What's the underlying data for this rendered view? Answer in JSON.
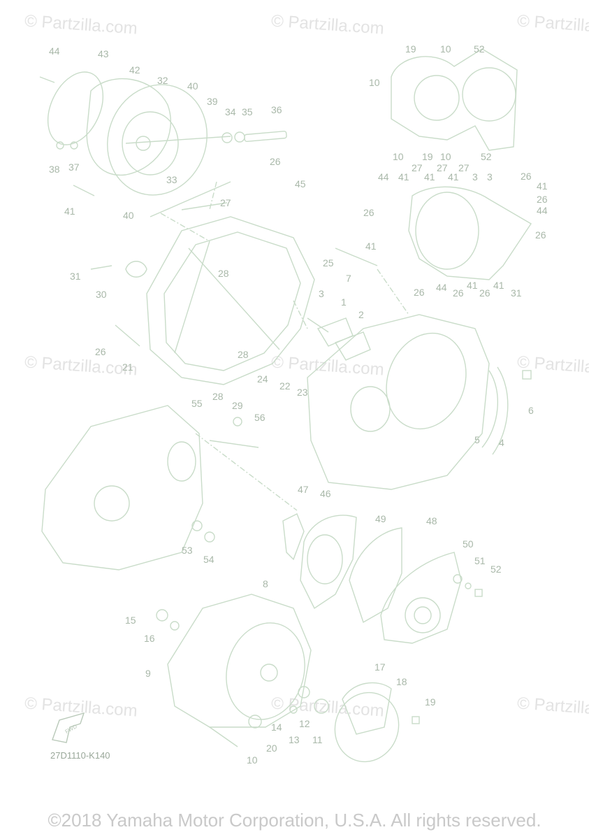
{
  "watermark_text": "© Partzilla.com",
  "copyright": "©2018 Yamaha Motor Corporation, U.S.A. All rights reserved.",
  "diagram_code": "27D1110-K140",
  "fwd_label": "FWD",
  "colors": {
    "line": "#c9dcc9",
    "label": "#a9b8a9",
    "watermark": "#e3e3e3"
  },
  "callouts": [
    {
      "id": "44a",
      "t": "44"
    },
    {
      "id": "43",
      "t": "43"
    },
    {
      "id": "42",
      "t": "42"
    },
    {
      "id": "32",
      "t": "32"
    },
    {
      "id": "40a",
      "t": "40"
    },
    {
      "id": "39",
      "t": "39"
    },
    {
      "id": "34",
      "t": "34"
    },
    {
      "id": "35",
      "t": "35"
    },
    {
      "id": "36",
      "t": "36"
    },
    {
      "id": "38",
      "t": "38"
    },
    {
      "id": "37",
      "t": "37"
    },
    {
      "id": "33",
      "t": "33"
    },
    {
      "id": "41a",
      "t": "41"
    },
    {
      "id": "40b",
      "t": "40"
    },
    {
      "id": "26a",
      "t": "26"
    },
    {
      "id": "45",
      "t": "45"
    },
    {
      "id": "27a",
      "t": "27"
    },
    {
      "id": "25",
      "t": "25"
    },
    {
      "id": "7",
      "t": "7"
    },
    {
      "id": "31a",
      "t": "31"
    },
    {
      "id": "30",
      "t": "30"
    },
    {
      "id": "28a",
      "t": "28"
    },
    {
      "id": "3a",
      "t": "3"
    },
    {
      "id": "1",
      "t": "1"
    },
    {
      "id": "2",
      "t": "2"
    },
    {
      "id": "26b",
      "t": "26"
    },
    {
      "id": "21",
      "t": "21"
    },
    {
      "id": "28b",
      "t": "28"
    },
    {
      "id": "24",
      "t": "24"
    },
    {
      "id": "22",
      "t": "22"
    },
    {
      "id": "23",
      "t": "23"
    },
    {
      "id": "28c",
      "t": "28"
    },
    {
      "id": "29",
      "t": "29"
    },
    {
      "id": "6",
      "t": "6"
    },
    {
      "id": "5",
      "t": "5"
    },
    {
      "id": "4",
      "t": "4"
    },
    {
      "id": "55",
      "t": "55"
    },
    {
      "id": "56",
      "t": "56"
    },
    {
      "id": "47",
      "t": "47"
    },
    {
      "id": "46",
      "t": "46"
    },
    {
      "id": "49",
      "t": "49"
    },
    {
      "id": "48",
      "t": "48"
    },
    {
      "id": "50",
      "t": "50"
    },
    {
      "id": "51",
      "t": "51"
    },
    {
      "id": "52a",
      "t": "52"
    },
    {
      "id": "53",
      "t": "53"
    },
    {
      "id": "54",
      "t": "54"
    },
    {
      "id": "8",
      "t": "8"
    },
    {
      "id": "15",
      "t": "15"
    },
    {
      "id": "16",
      "t": "16"
    },
    {
      "id": "9",
      "t": "9"
    },
    {
      "id": "17",
      "t": "17"
    },
    {
      "id": "18",
      "t": "18"
    },
    {
      "id": "19a",
      "t": "19"
    },
    {
      "id": "14",
      "t": "14"
    },
    {
      "id": "12",
      "t": "12"
    },
    {
      "id": "13",
      "t": "13"
    },
    {
      "id": "11",
      "t": "11"
    },
    {
      "id": "20",
      "t": "20"
    },
    {
      "id": "10a",
      "t": "10"
    },
    {
      "id": "19b",
      "t": "19"
    },
    {
      "id": "10b",
      "t": "10"
    },
    {
      "id": "52b",
      "t": "52"
    },
    {
      "id": "10c",
      "t": "10"
    },
    {
      "id": "10d",
      "t": "10"
    },
    {
      "id": "19c",
      "t": "19"
    },
    {
      "id": "10e",
      "t": "10"
    },
    {
      "id": "52c",
      "t": "52"
    },
    {
      "id": "44b",
      "t": "44"
    },
    {
      "id": "41b",
      "t": "41"
    },
    {
      "id": "27b",
      "t": "27"
    },
    {
      "id": "41c",
      "t": "41"
    },
    {
      "id": "27c",
      "t": "27"
    },
    {
      "id": "41d",
      "t": "41"
    },
    {
      "id": "27d",
      "t": "27"
    },
    {
      "id": "3b",
      "t": "3"
    },
    {
      "id": "3c",
      "t": "3"
    },
    {
      "id": "26c",
      "t": "26"
    },
    {
      "id": "41e",
      "t": "41"
    },
    {
      "id": "26d",
      "t": "26"
    },
    {
      "id": "44c",
      "t": "44"
    },
    {
      "id": "26e",
      "t": "26"
    },
    {
      "id": "26f",
      "t": "26"
    },
    {
      "id": "41f",
      "t": "41"
    },
    {
      "id": "26g",
      "t": "26"
    },
    {
      "id": "44d",
      "t": "44"
    },
    {
      "id": "26h",
      "t": "26"
    },
    {
      "id": "41g",
      "t": "41"
    },
    {
      "id": "26i",
      "t": "26"
    },
    {
      "id": "41h",
      "t": "41"
    },
    {
      "id": "31b",
      "t": "31"
    }
  ]
}
